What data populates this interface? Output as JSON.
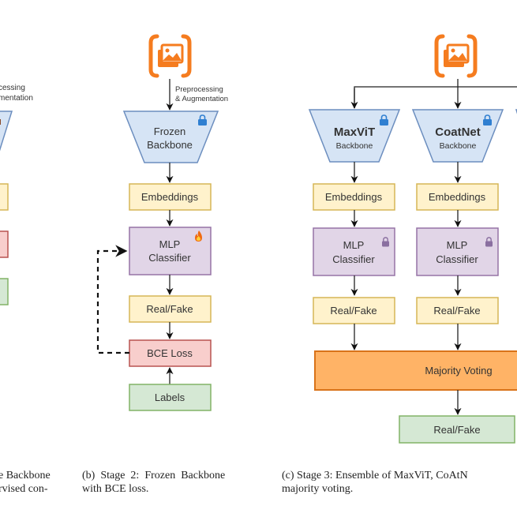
{
  "colors": {
    "backbone_fill": "#d6e4f5",
    "backbone_stroke": "#6c8ebf",
    "yellow_fill": "#fff2cc",
    "yellow_stroke": "#d6b656",
    "purple_fill": "#e1d5e7",
    "purple_stroke": "#9673a6",
    "red_fill": "#f8cecc",
    "red_stroke": "#b85450",
    "green_fill": "#d5e8d4",
    "green_stroke": "#82b366",
    "orange_fill": "#ffb366",
    "orange_stroke": "#d9731a",
    "icon_orange": "#f57c1f",
    "lock_blue": "#2f7fd1",
    "lock_purple": "#8a6fa0"
  },
  "panel_a": {
    "preprocess_label_line1": "cessing",
    "preprocess_label_line2": "mentation",
    "caption_line1": "e Backbone",
    "caption_line2": "rvised con-"
  },
  "panel_b": {
    "icon": "image-input-icon",
    "preprocess_label_line1": "Preprocessing",
    "preprocess_label_line2": "& Augmentation",
    "backbone_line1": "Frozen",
    "backbone_line2": "Backbone",
    "backbone_icon": "lock-icon",
    "embeddings": "Embeddings",
    "mlp_line1": "MLP",
    "mlp_line2": "Classifier",
    "mlp_icon": "fire-icon",
    "output": "Real/Fake",
    "loss": "BCE Loss",
    "labels": "Labels",
    "caption_line1": "(b)  Stage  2:  Frozen  Backbone",
    "caption_line2": "with BCE loss."
  },
  "panel_c": {
    "icon": "image-input-icon",
    "branches": [
      {
        "name": "MaxViT",
        "sub": "Backbone",
        "embeddings": "Embeddings",
        "mlp_line1": "MLP",
        "mlp_line2": "Classifier",
        "output": "Real/Fake"
      },
      {
        "name": "CoatNet",
        "sub": "Backbone",
        "embeddings": "Embeddings",
        "mlp_line1": "MLP",
        "mlp_line2": "Classifier",
        "output": "Real/Fake"
      }
    ],
    "voting": "Majority Voting",
    "final_output": "Real/Fake",
    "caption_line1": "(c) Stage 3: Ensemble of MaxViT, CoAtN",
    "caption_line2": "majority voting."
  }
}
